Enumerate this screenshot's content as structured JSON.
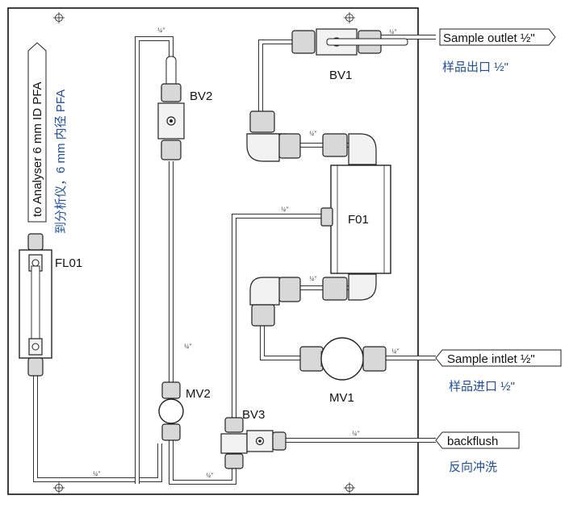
{
  "colors": {
    "line": "#333333",
    "label_blue": "#1f4e9c",
    "fitting_fill": "#d8d8d8"
  },
  "components": {
    "bv1": "BV1",
    "bv2": "BV2",
    "bv3": "BV3",
    "mv1": "MV1",
    "mv2": "MV2",
    "f01": "F01",
    "fl01": "FL01"
  },
  "ports": {
    "sample_outlet_en": "Sample outlet ½\"",
    "sample_outlet_zh": "样品出口 ½\"",
    "sample_inlet_en": "Sample intlet ½\"",
    "sample_inlet_zh": "样品进口 ½\"",
    "backflush_en": "backflush",
    "backflush_zh": "反向冲洗"
  },
  "analyser": {
    "en": "to Analyser 6 mm ID PFA",
    "zh": "到分析仪，6 mm 内径 PFA"
  },
  "pipe_size": "¼\""
}
